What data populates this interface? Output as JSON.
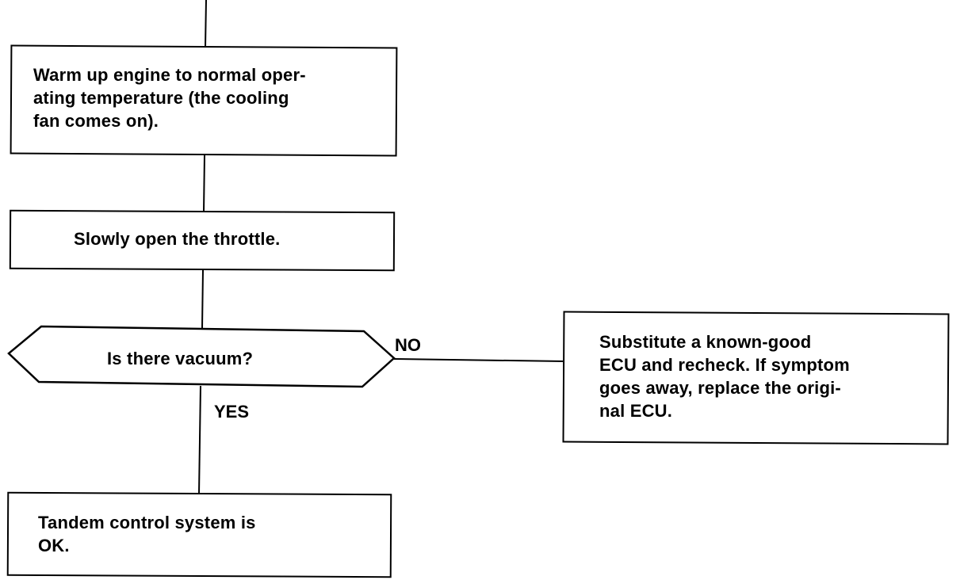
{
  "steps": {
    "warmup": "Warm up engine to normal oper-\nating temperature (the cooling\nfan comes on).",
    "throttle": "Slowly open the throttle.",
    "decision": "Is there vacuum?",
    "ecu": "Substitute a known-good\nECU and recheck. If symptom\ngoes away, replace the origi-\nnal ECU.",
    "ok": "Tandem control system is\nOK."
  },
  "branches": {
    "no": "NO",
    "yes": "YES"
  }
}
